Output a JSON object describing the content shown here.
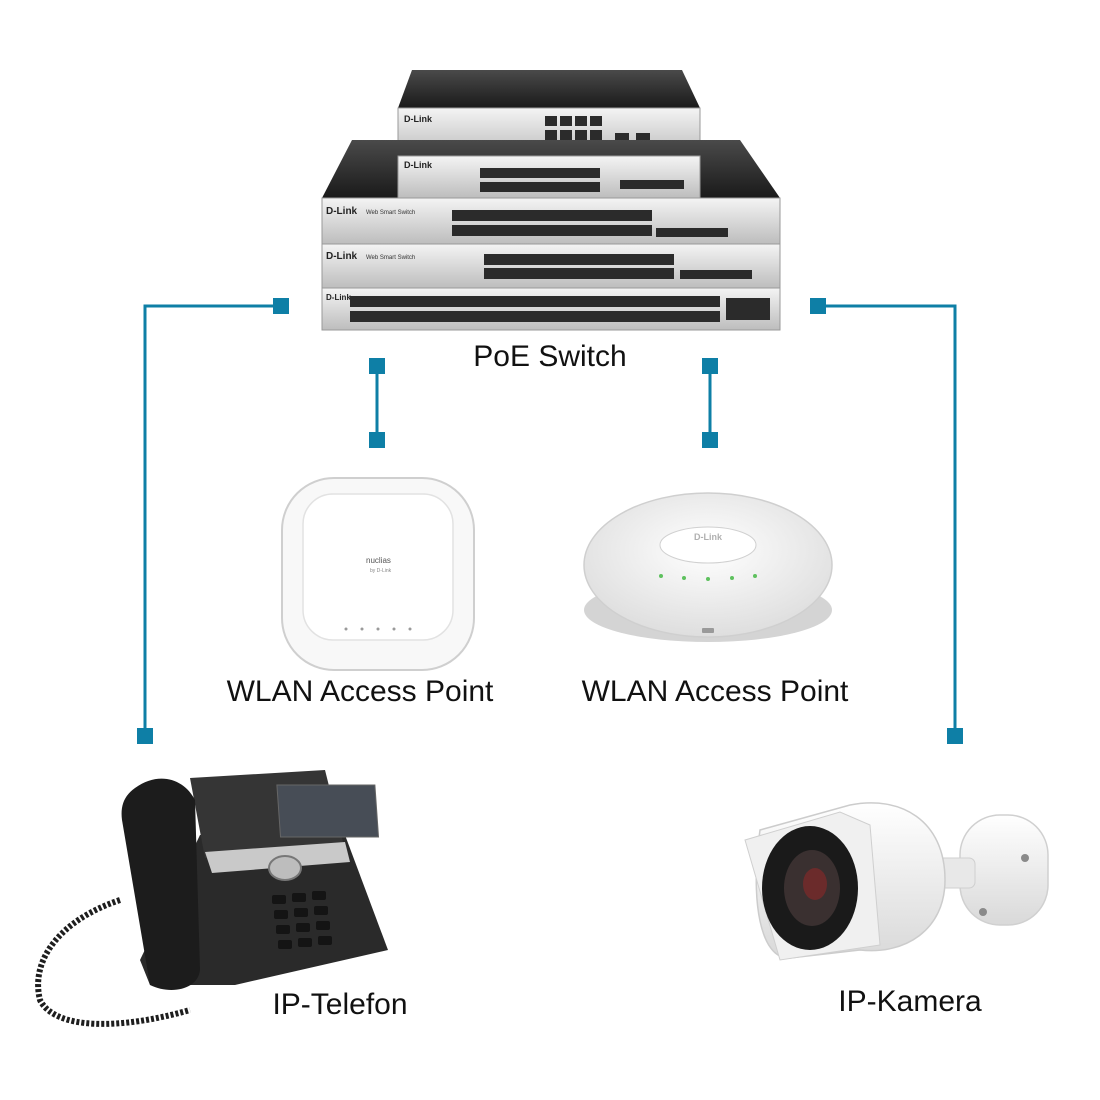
{
  "diagram": {
    "line_color": "#0e7fa6",
    "brand_text": "D-Link",
    "switch_tag": "Web Smart Switch",
    "ap_brand": "nuclias",
    "ap_sub": "by D-Link",
    "labels": {
      "switch": "PoE Switch",
      "access_point_left": "WLAN Access Point",
      "access_point_right": "WLAN Access Point",
      "phone": "IP-Telefon",
      "camera": "IP-Kamera"
    },
    "connections": [
      {
        "from": "PoE Switch",
        "to": "WLAN Access Point (left)"
      },
      {
        "from": "PoE Switch",
        "to": "WLAN Access Point (right)"
      },
      {
        "from": "PoE Switch",
        "to": "IP-Telefon"
      },
      {
        "from": "PoE Switch",
        "to": "IP-Kamera"
      }
    ]
  }
}
